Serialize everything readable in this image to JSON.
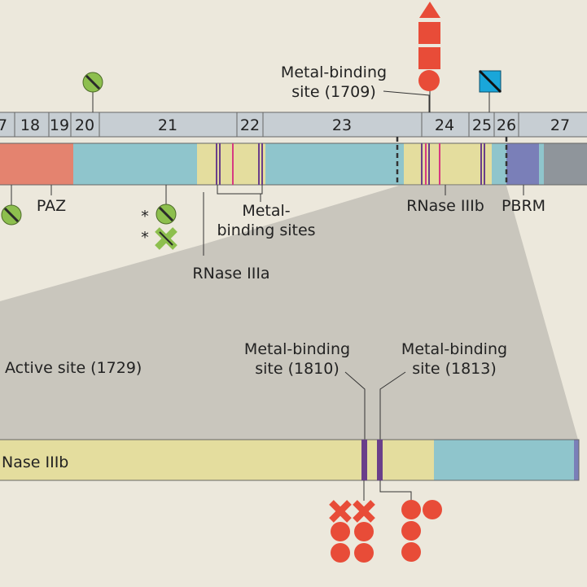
{
  "exons": [
    "7",
    "18",
    "19",
    "20",
    "21",
    "22",
    "23",
    "24",
    "25",
    "26",
    "27"
  ],
  "domains": {
    "paz": "PAZ",
    "rnase3a": "RNase IIIa",
    "rnase3b": "RNase IIIb",
    "pbrm": "PBRM",
    "rnase3b_zoom": "Nase IIIb"
  },
  "annotations": {
    "metal_1709_l1": "Metal-binding",
    "metal_1709_l2": "site (1709)",
    "metal_sites_l1": "Metal-",
    "metal_sites_l2": "binding sites",
    "active_site": "Active site (1729)",
    "metal_1810_l1": "Metal-binding",
    "metal_1810_l2": "site (1810)",
    "metal_1813_l1": "Metal-binding",
    "metal_1813_l2": "site (1813)",
    "asterisk": "*"
  },
  "colors": {
    "background": "#ece8dc",
    "exon_band": "#c7ced3",
    "salmon": "#e4836f",
    "teal": "#8fc5cc",
    "yellow": "#e4dd9e",
    "purple_band": "#7a6aa8",
    "gray_domain": "#8f959b",
    "red_mutation": "#e84c38",
    "green_mutation": "#8dbf4e",
    "blue_mutation": "#1aa6d9",
    "magenta_line": "#d63a82",
    "purple_line": "#6a3f8a",
    "zoom_fill": "#c9c6bd"
  },
  "symbols": {
    "red_column_top": [
      "triangle",
      "square",
      "square",
      "circle"
    ],
    "green_circles": [
      "circle-slash",
      "circle-slash",
      "circle-slash"
    ],
    "green_cross": "cross",
    "blue_square": "square-slash",
    "bottom_left_clusters": [
      "cross",
      "cross",
      "circle",
      "circle",
      "circle",
      "circle"
    ],
    "bottom_right_cluster": [
      "circle",
      "circle",
      "circle",
      "circle"
    ]
  }
}
